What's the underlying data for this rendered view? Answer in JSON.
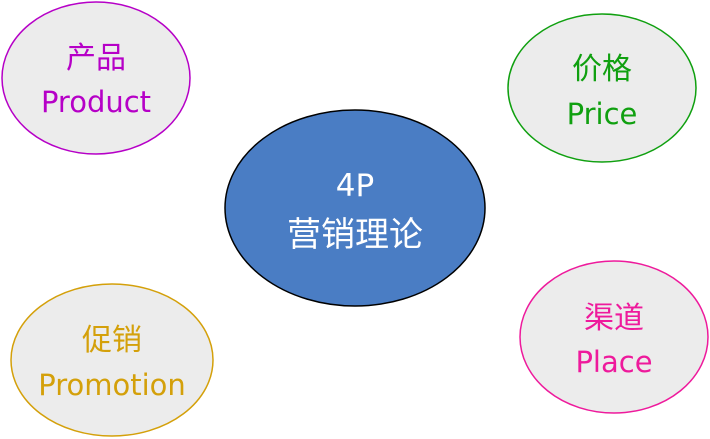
{
  "diagram": {
    "center": {
      "line1": "4P",
      "line2": "营销理论",
      "fill_color": "#4a7dc4",
      "stroke_color": "#000000",
      "text_color": "#ffffff"
    },
    "nodes": {
      "product": {
        "line1": "产品",
        "line2": "Product",
        "color": "#b600c7",
        "fill_color": "#ececec"
      },
      "price": {
        "line1": "价格",
        "line2": "Price",
        "color": "#10a010",
        "fill_color": "#ececec"
      },
      "place": {
        "line1": "渠道",
        "line2": "Place",
        "color": "#ee1a9c",
        "fill_color": "#ececec"
      },
      "promotion": {
        "line1": "促销",
        "line2": "Promotion",
        "color": "#d4a00a",
        "fill_color": "#ececec"
      }
    }
  }
}
